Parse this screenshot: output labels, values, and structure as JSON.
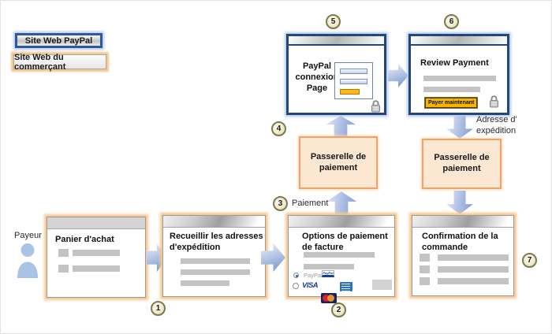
{
  "legend": {
    "paypal": "Site Web PayPal",
    "merchant": "Site Web du commerçant"
  },
  "actor": "Payeur",
  "circles": {
    "c1": "1",
    "c2": "2",
    "c3": "3",
    "c4": "4",
    "c5": "5",
    "c6": "6",
    "c7": "7"
  },
  "flow_labels": {
    "payment": "Paiement",
    "shipping_address": "Adresse d'\nexpédition"
  },
  "boxes": {
    "paypal_login": {
      "title": "PayPal connexion Page"
    },
    "review_payment": {
      "title": "Review Payment",
      "pay_button": "Payer maintenant"
    },
    "gateway_top": {
      "title": "Passerelle de paiement"
    },
    "gateway_right": {
      "title": "Passerelle de paiement"
    },
    "cart": {
      "title": "Panier d'achat"
    },
    "shipping": {
      "title": "Recueillir les adresses d'expédition"
    },
    "payment_options": {
      "title": "Options de paiement de facture",
      "option_paypal": "PayPal",
      "visa": "VISA",
      "paypal_badge": "PayPal"
    },
    "confirmation": {
      "title": "Confirmation de la commande"
    }
  },
  "icons": {
    "lock": "lock-icon",
    "person": "payer-person-icon",
    "radio_selected": "radio-selected-icon",
    "radio_unselected": "radio-unselected-icon",
    "visa": "visa-logo-icon",
    "mastercard": "mastercard-logo-icon",
    "amex": "amex-logo-icon",
    "paypal_badge": "paypal-logo-icon"
  },
  "colors": {
    "paypal_border": "#24477b",
    "merchant_border": "#f0a269",
    "gateway_fill": "#fce7d3",
    "arrow_blue": "#7f9dd1",
    "gold": "#f7b500",
    "circle_ring": "#7c794d"
  }
}
